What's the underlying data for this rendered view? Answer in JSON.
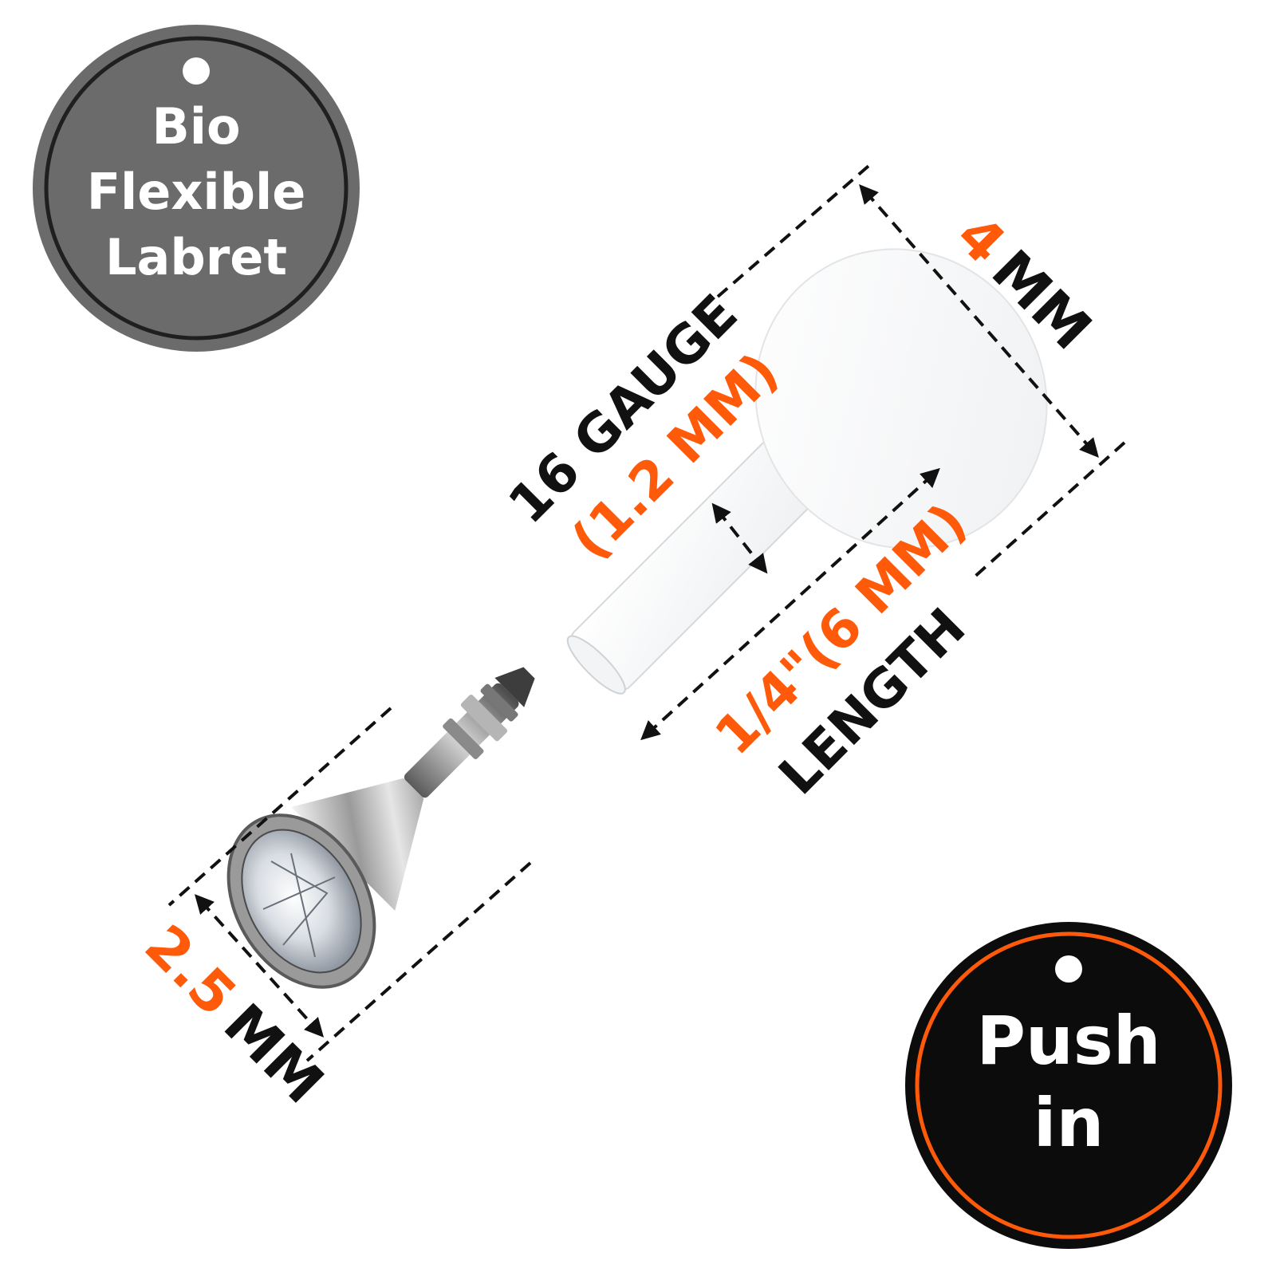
{
  "badges": {
    "top_left": {
      "line1": "Bio",
      "line2": "Flexible",
      "line3": "Labret"
    },
    "bottom_right": {
      "line1": "Push",
      "line2": "in"
    }
  },
  "dimensions": {
    "gauge": {
      "label": "16 GAUGE",
      "value": "(1.2 MM)"
    },
    "length": {
      "value": "1/4\"(6 MM)",
      "label": "LENGTH"
    },
    "disc": {
      "value": "4",
      "unit": "MM"
    },
    "gem": {
      "value": "2.5",
      "unit": "MM"
    }
  },
  "colors": {
    "accent": "#ff5a0a",
    "badge_gray": "#6b6b6b",
    "badge_black": "#0c0c0c",
    "text_dark": "#111111"
  }
}
